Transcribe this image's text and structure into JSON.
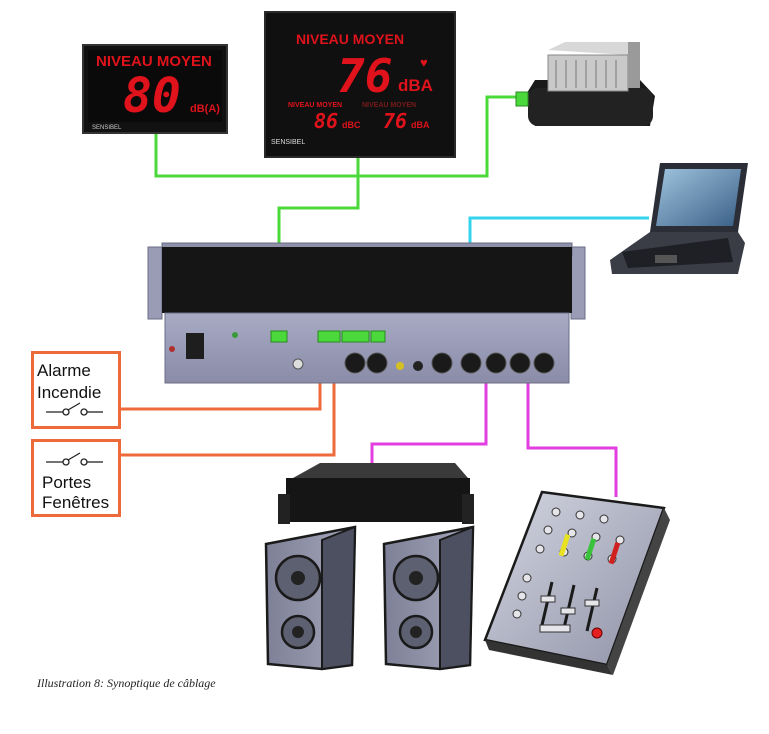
{
  "display_small": {
    "title": "NIVEAU MOYEN",
    "value": "80",
    "unit": "dB(A)",
    "brand": "SENSIBEL"
  },
  "display_large": {
    "title": "NIVEAU MOYEN",
    "value": "76",
    "unit": "dBA",
    "sub_left_title": "NIVEAU MOYEN",
    "sub_left_value": "86",
    "sub_left_unit": "dBC",
    "sub_right_title": "NIVEAU MOYEN",
    "sub_right_value": "76",
    "sub_right_unit": "dBA",
    "brand": "SENSIBEL"
  },
  "inputs": {
    "fire_alarm": {
      "line1": "Alarme",
      "line2": "Incendie"
    },
    "doors_windows": {
      "line1": "Portes",
      "line2": "Fenêtres"
    }
  },
  "caption": "Illustration 8: Synoptique de câblage",
  "colors": {
    "green": "#4bd83a",
    "cyan": "#35d4ee",
    "magenta": "#e23ee0",
    "orange": "#ef6a3a"
  }
}
